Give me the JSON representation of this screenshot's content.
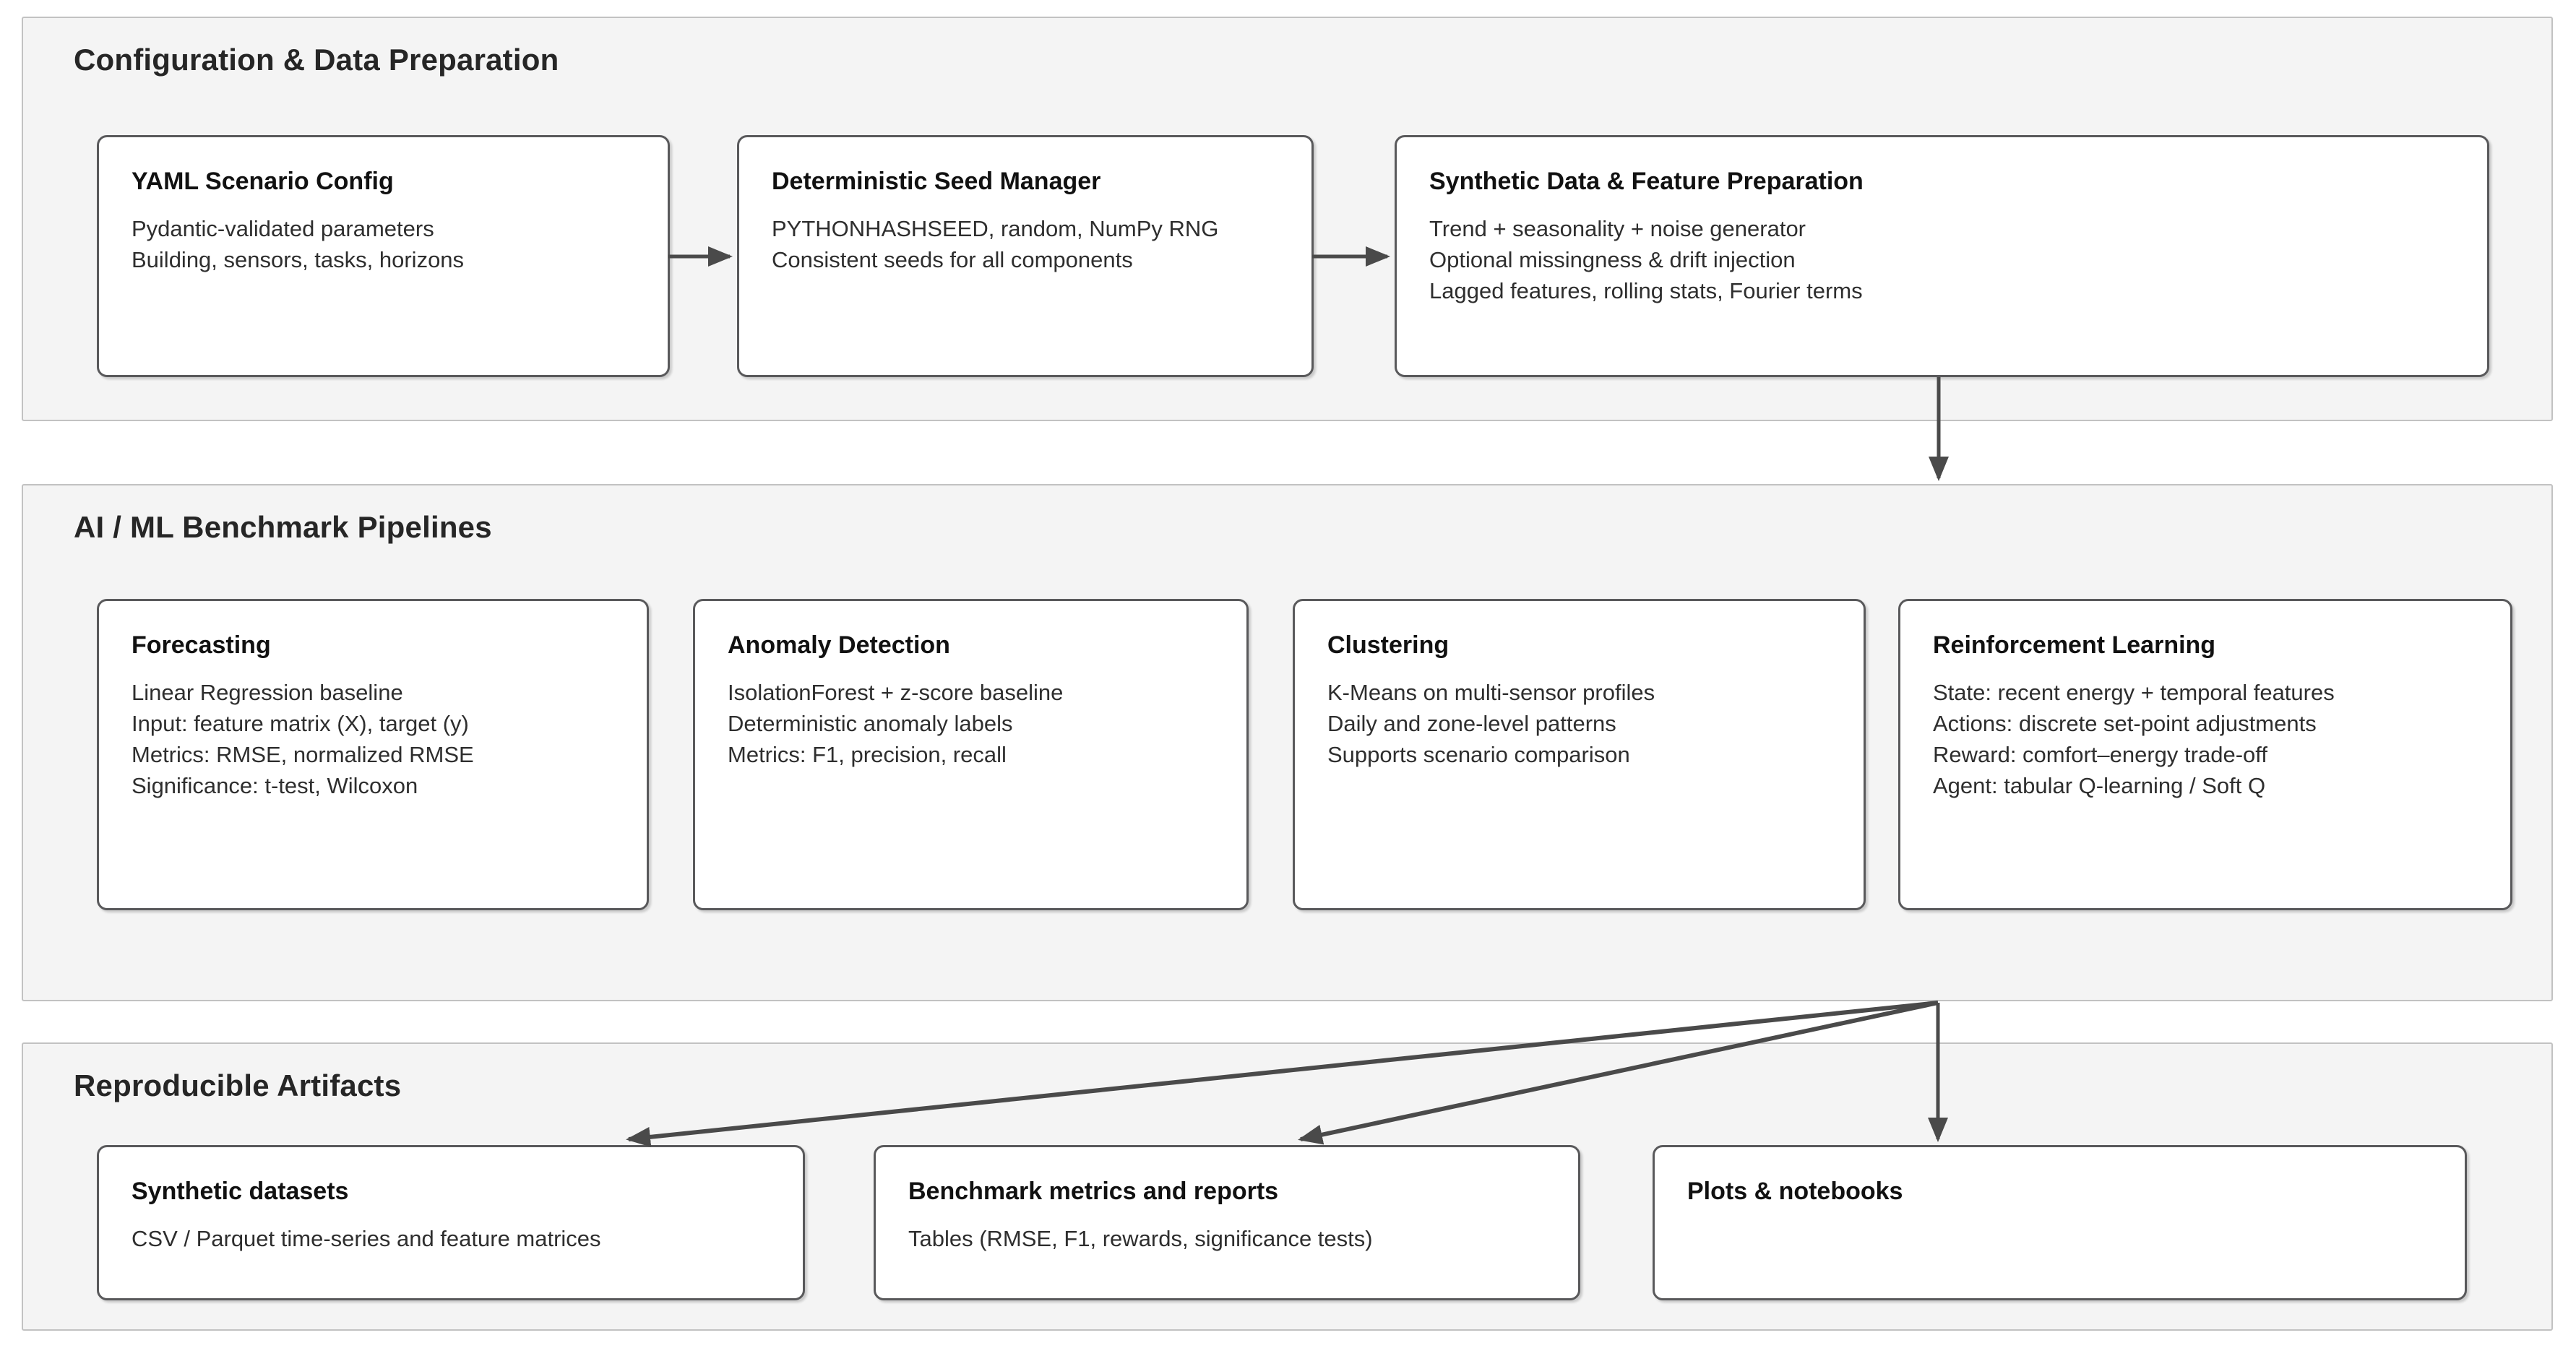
{
  "colors": {
    "page_bg": "#ffffff",
    "band_bg": "#f4f4f4",
    "band_border": "#c2c2c2",
    "node_bg": "#ffffff",
    "node_border": "#59595b",
    "arrow": "#4a4a4a",
    "title_text": "#262626",
    "body_text": "#2e2e2e"
  },
  "sections": [
    {
      "title": "Configuration & Data Preparation",
      "boxes": [
        {
          "title": "YAML Scenario Config",
          "lines": [
            "Pydantic-validated parameters",
            "Building, sensors, tasks, horizons"
          ]
        },
        {
          "title": "Deterministic Seed Manager",
          "lines": [
            "PYTHONHASHSEED, random, NumPy RNG",
            "Consistent seeds for all components"
          ]
        },
        {
          "title": "Synthetic Data & Feature Preparation",
          "lines": [
            "Trend + seasonality + noise generator",
            "Optional missingness & drift injection",
            "Lagged features, rolling stats, Fourier terms"
          ]
        }
      ]
    },
    {
      "title": "AI / ML Benchmark Pipelines",
      "boxes": [
        {
          "title": "Forecasting",
          "lines": [
            "Linear Regression baseline",
            "Input: feature matrix (X), target (y)",
            "Metrics: RMSE, normalized RMSE",
            "Significance: t-test, Wilcoxon"
          ]
        },
        {
          "title": "Anomaly Detection",
          "lines": [
            "IsolationForest + z-score baseline",
            "Deterministic anomaly labels",
            "Metrics: F1, precision, recall"
          ]
        },
        {
          "title": "Clustering",
          "lines": [
            "K-Means on multi-sensor profiles",
            "Daily and zone-level patterns",
            "Supports scenario comparison"
          ]
        },
        {
          "title": "Reinforcement Learning",
          "lines": [
            "State: recent energy + temporal features",
            "Actions: discrete set-point adjustments",
            "Reward: comfort–energy trade-off",
            "Agent: tabular Q-learning / Soft Q"
          ]
        }
      ]
    },
    {
      "title": "Reproducible Artifacts",
      "boxes": [
        {
          "title": "Synthetic datasets",
          "lines": [
            "CSV / Parquet time-series and feature matrices"
          ]
        },
        {
          "title": "Benchmark metrics and reports",
          "lines": [
            "Tables (RMSE, F1, rewards, significance tests)"
          ]
        },
        {
          "title": "Plots & notebooks",
          "lines": []
        }
      ]
    }
  ]
}
